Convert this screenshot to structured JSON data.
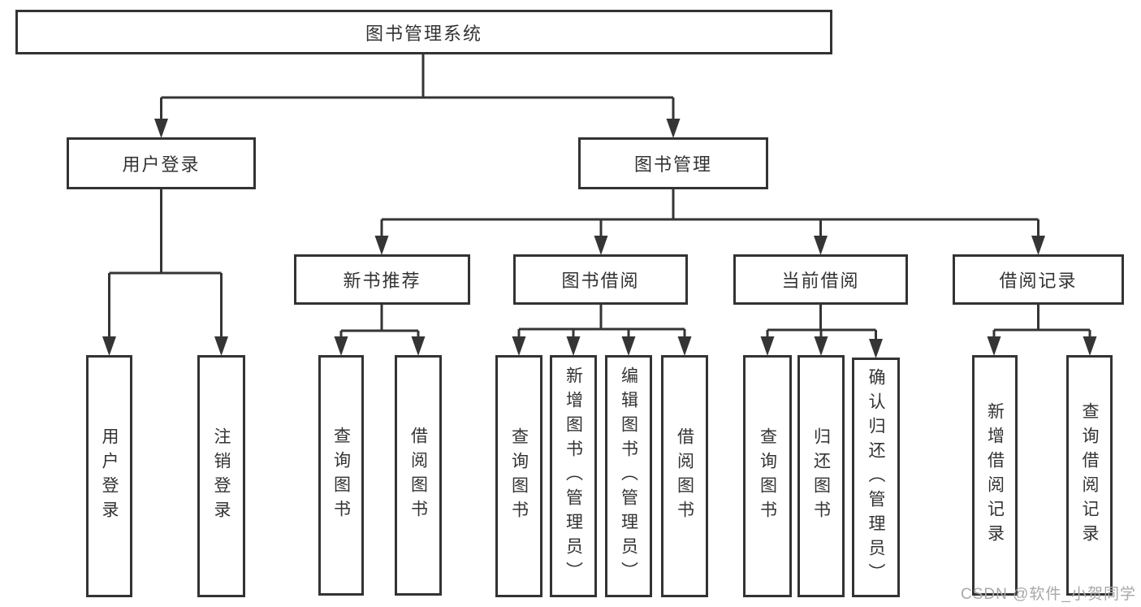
{
  "tree": {
    "label": "图书管理系统",
    "children": [
      {
        "label": "用户登录",
        "children": [
          {
            "label": "用户登录"
          },
          {
            "label": "注销登录"
          }
        ]
      },
      {
        "label": "图书管理",
        "children": [
          {
            "label": "新书推荐",
            "children": [
              {
                "label": "查询图书"
              },
              {
                "label": "借阅图书"
              }
            ]
          },
          {
            "label": "图书借阅",
            "children": [
              {
                "label": "查询图书"
              },
              {
                "label": "新增图书（管理员）"
              },
              {
                "label": "编辑图书（管理员）"
              },
              {
                "label": "借阅图书"
              }
            ]
          },
          {
            "label": "当前借阅",
            "children": [
              {
                "label": "查询图书"
              },
              {
                "label": "归还图书"
              },
              {
                "label": "确认归还（管理员）"
              }
            ]
          },
          {
            "label": "借阅记录",
            "children": [
              {
                "label": "新增借阅记录"
              },
              {
                "label": "查询借阅记录"
              }
            ]
          }
        ]
      }
    ]
  },
  "watermark": {
    "text": "CSDN @软件_小贺同学"
  },
  "colors": {
    "line": "#353535",
    "box_border": "#333333",
    "text": "#333333",
    "watermark": "#a8a8a8",
    "background": "#ffffff"
  }
}
